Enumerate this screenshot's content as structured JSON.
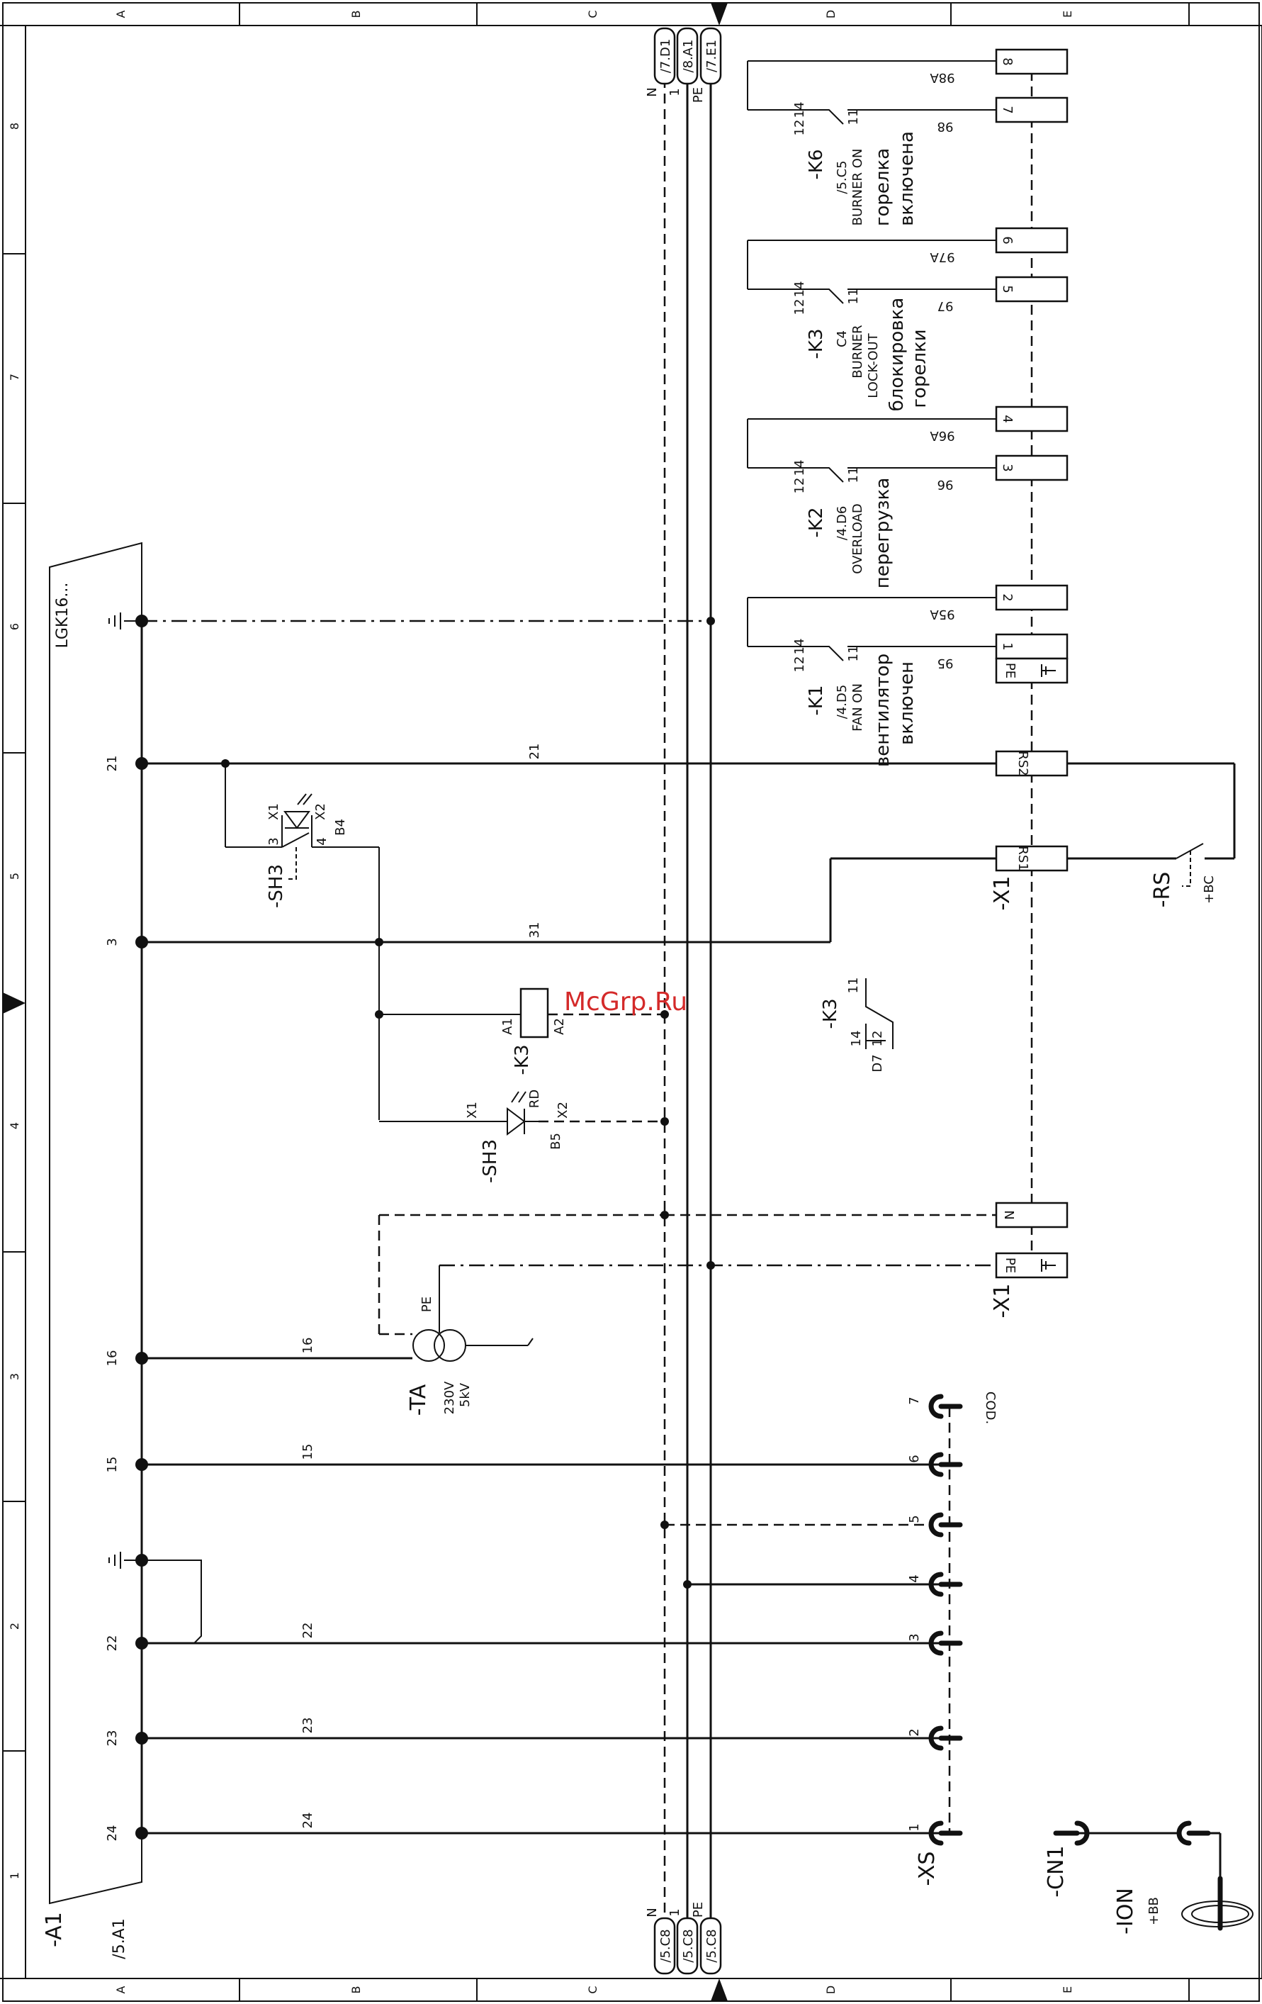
{
  "border": {
    "columns": [
      "A",
      "B",
      "C",
      "D",
      "E"
    ],
    "rows": [
      "8",
      "7",
      "6",
      "5",
      "4",
      "3",
      "2",
      "1"
    ]
  },
  "watermark": "McGrp.Ru",
  "bus_refs": {
    "top": [
      "/7.D1",
      "/8.A1",
      "/7.E1"
    ],
    "bottom": [
      "/5.C8",
      "/5.C8",
      "/5.C8"
    ],
    "names": [
      "N",
      "1",
      "PE"
    ]
  },
  "controller": {
    "id": "-A1",
    "ref": "/5.A1",
    "model": "LGK16...",
    "pins": [
      "21",
      "3",
      "16",
      "15",
      "22",
      "23",
      "24"
    ]
  },
  "wires": [
    "21",
    "31",
    "16",
    "15",
    "22",
    "23",
    "24"
  ],
  "relays": [
    {
      "id": "-K6",
      "ref": "/5.C5",
      "en": "BURNER ON",
      "ru1": "горелка",
      "ru2": "включена",
      "wire": "98",
      "wire_a": "98A",
      "t1": "8",
      "t2": "7"
    },
    {
      "id": "-K3",
      "ref": "C4",
      "en": "BURNER",
      "en2": "LOCK-OUT",
      "ru1": "блокировка",
      "ru2": "горелки",
      "wire": "97",
      "wire_a": "97A",
      "t1": "6",
      "t2": "5"
    },
    {
      "id": "-K2",
      "ref": "/4.D6",
      "en": "OVERLOAD",
      "ru1": "перегрузка",
      "ru2": "",
      "wire": "96",
      "wire_a": "96A",
      "t1": "4",
      "t2": "3"
    },
    {
      "id": "-K1",
      "ref": "/4.D5",
      "en": "FAN ON",
      "ru1": "вентилятор",
      "ru2": "включен",
      "wire": "95",
      "wire_a": "95A",
      "t1": "2",
      "t2": "1"
    }
  ],
  "contact_pins": [
    "12",
    "14",
    "11"
  ],
  "terminals": {
    "x1_id": "-X1",
    "pe": "PE",
    "n": "N",
    "rs2": "RS2",
    "rs1": "RS1"
  },
  "rs": {
    "id": "-RS",
    "loc": "+BC"
  },
  "sh3_upper": {
    "id": "-SH3",
    "x1": "X1",
    "x2": "X2",
    "ref": "B4",
    "p3": "3",
    "p4": "4"
  },
  "sh3_lower": {
    "id": "-SH3",
    "x1": "X1",
    "x2": "X2",
    "rd": "RD",
    "ref": "B5"
  },
  "k3_coil": {
    "id": "-K3",
    "a1": "A1",
    "a2": "A2"
  },
  "k3_xref": {
    "id": "-K3",
    "p11": "11",
    "p14": "14",
    "p12": "12",
    "ref": "D7"
  },
  "transformer": {
    "id": "-TA",
    "v1": "230V",
    "v2": "5kV",
    "pe": "PE"
  },
  "xs": {
    "id": "-XS",
    "cod": "COD.",
    "pins": [
      "7",
      "6",
      "5",
      "4",
      "3",
      "2",
      "1"
    ]
  },
  "cn1": {
    "id": "-CN1"
  },
  "ion": {
    "id": "-ION",
    "loc": "+BB"
  }
}
